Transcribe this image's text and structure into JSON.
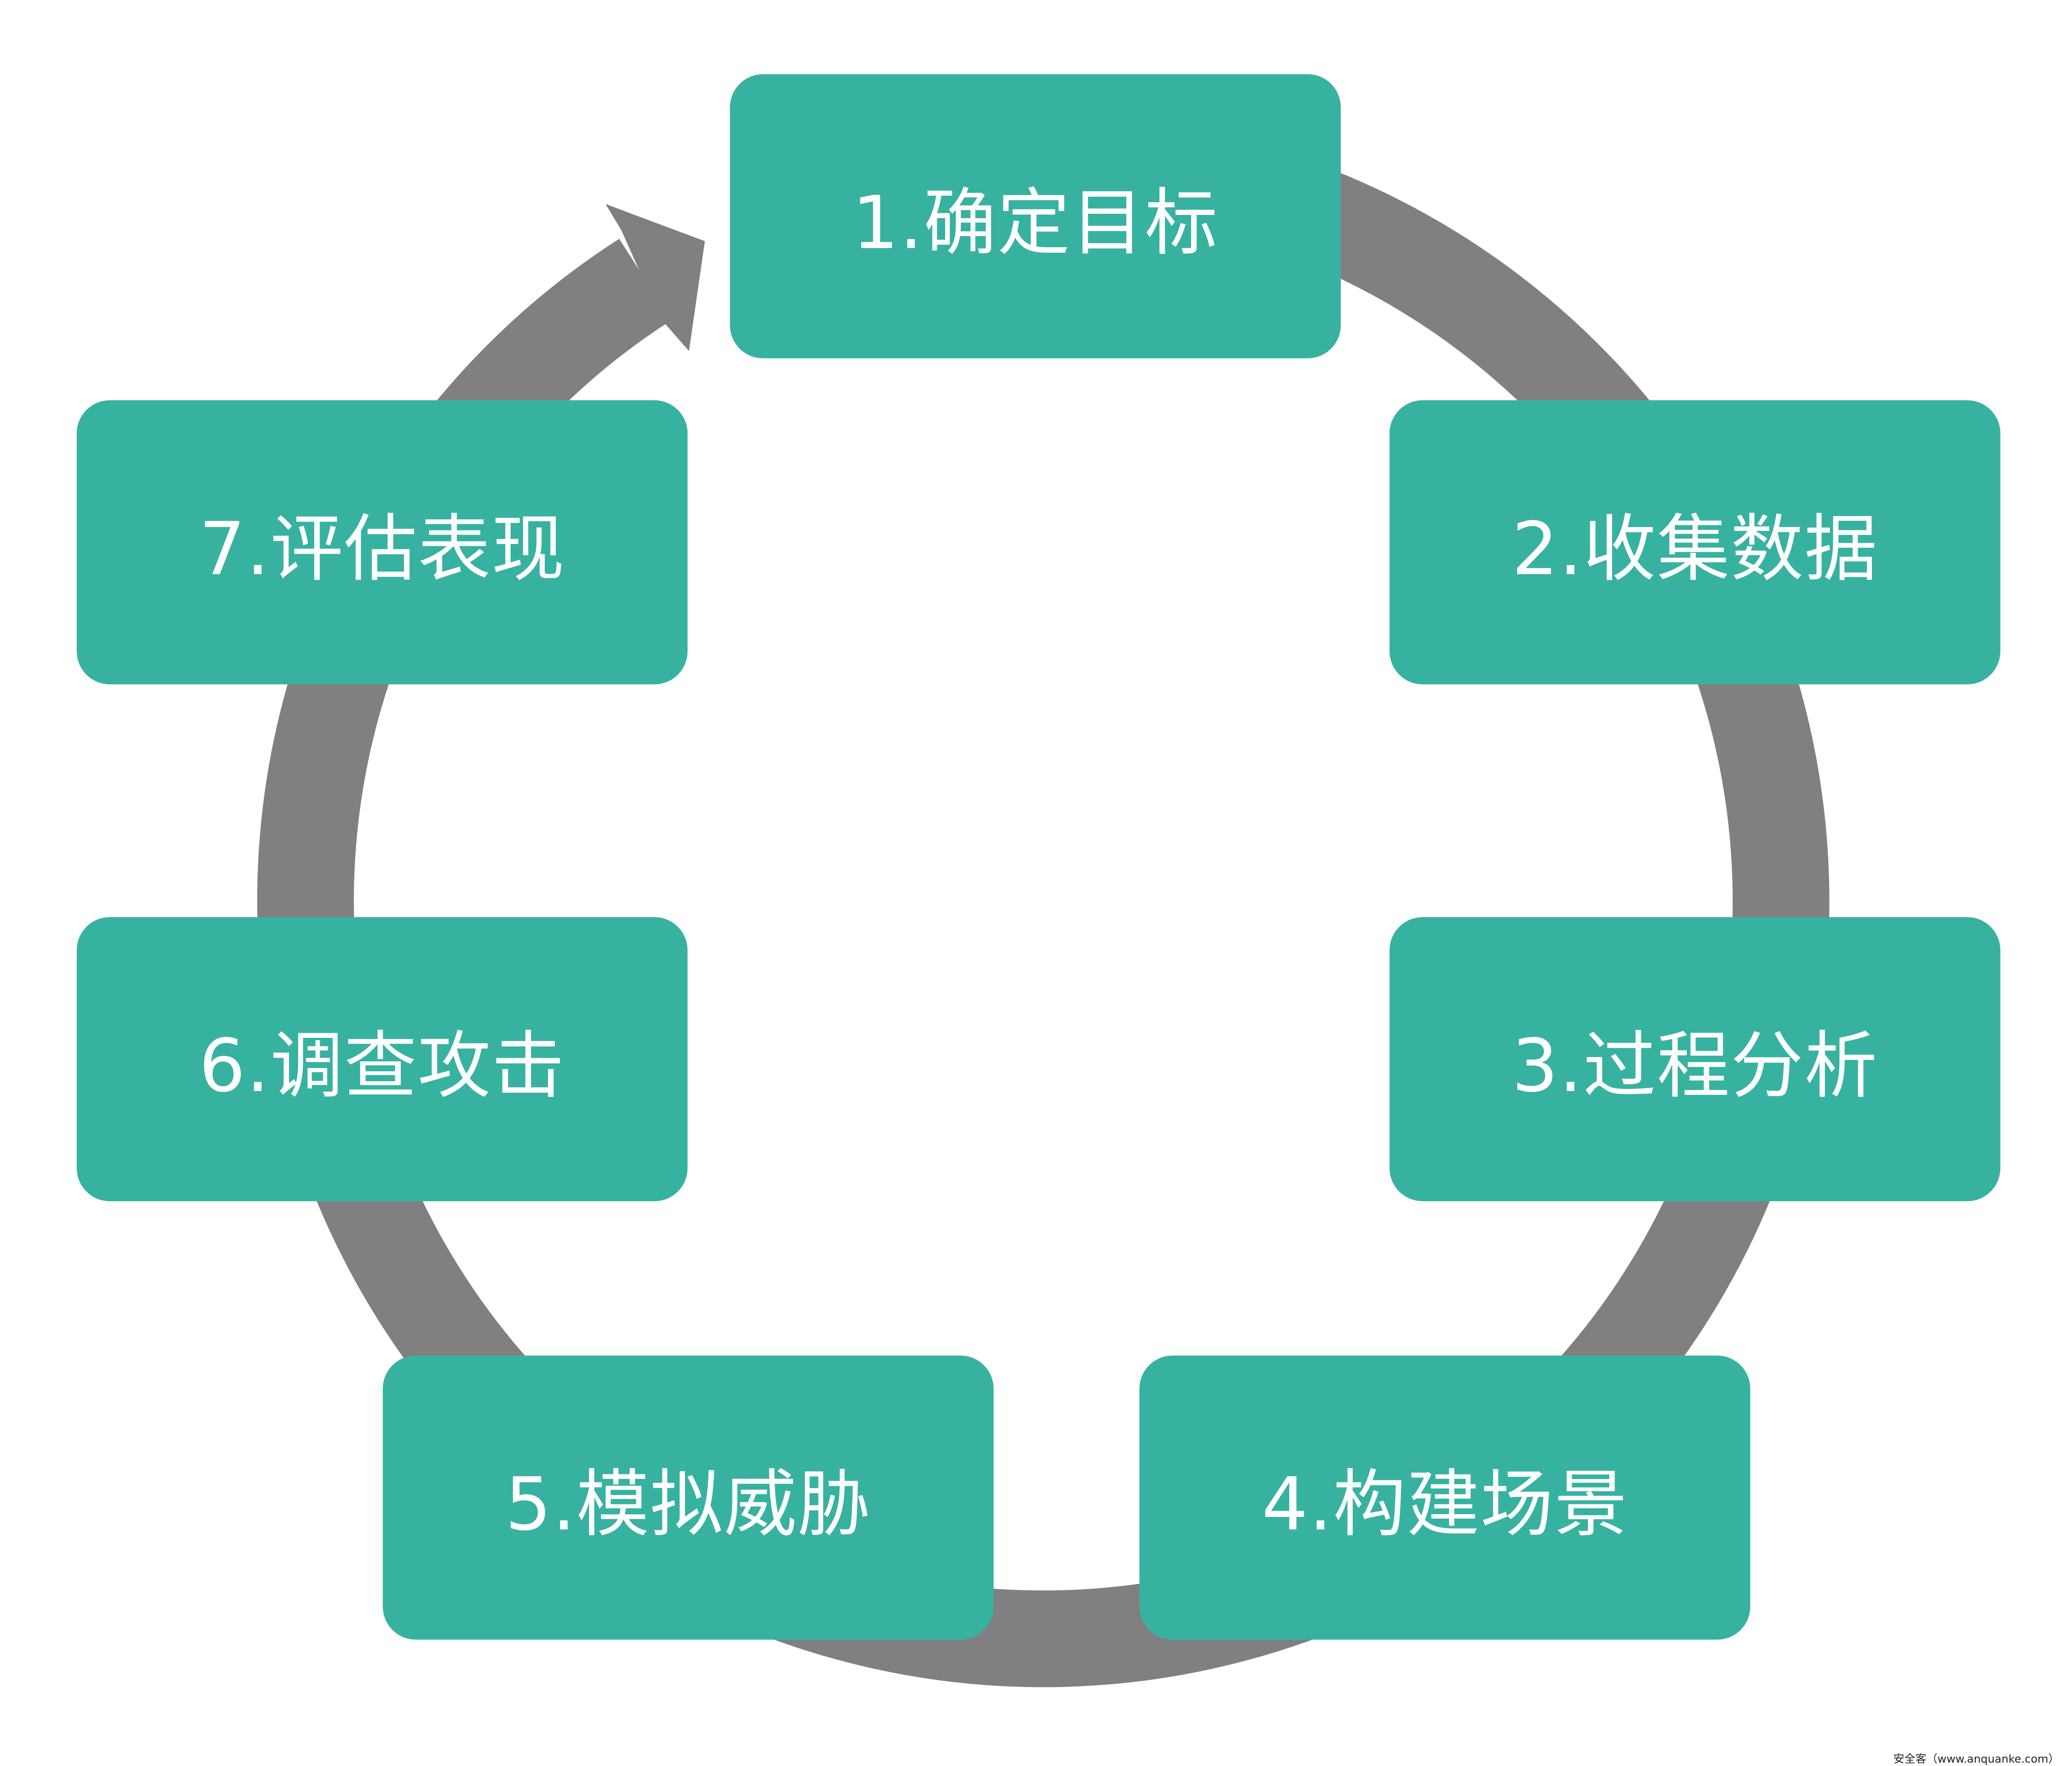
{
  "steps": [
    {
      "label": "1.确定目标"
    },
    {
      "label": "2.收集数据"
    },
    {
      "label": "3.过程分析"
    },
    {
      "label": "4.构建场景"
    },
    {
      "label": "5.模拟威胁"
    },
    {
      "label": "6.调查攻击"
    },
    {
      "label": "7.评估表现"
    }
  ],
  "watermark": "安全客（www.anquanke.com）",
  "colors": {
    "box": "#37b2a0",
    "cycle_arrow": "#808080",
    "text": "#ffffff"
  }
}
